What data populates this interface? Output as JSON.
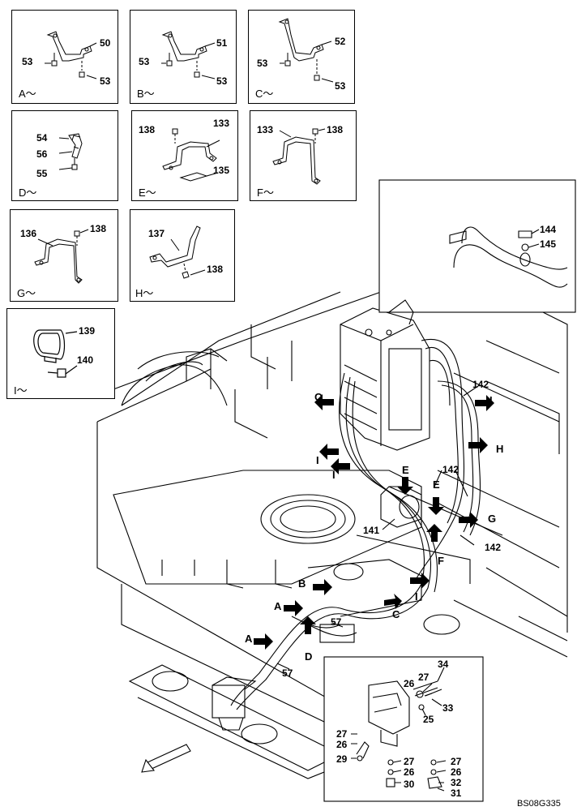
{
  "panels": {
    "A": {
      "caption": "A～",
      "labels": {
        "bracket": "50",
        "bolt_l": "53",
        "bolt_r": "53"
      }
    },
    "B": {
      "caption": "B～",
      "labels": {
        "bracket": "51",
        "bolt_l": "53",
        "bolt_r": "53"
      }
    },
    "C": {
      "caption": "C～",
      "labels": {
        "bracket": "52",
        "bolt_l": "53",
        "bolt_r": "53"
      }
    },
    "D": {
      "caption": "D～",
      "labels": {
        "clamp": "54",
        "holder": "56",
        "bolt": "55"
      }
    },
    "E": {
      "caption": "E～",
      "labels": {
        "bolt": "138",
        "bracket": "133",
        "plate": "135"
      }
    },
    "F": {
      "caption": "F～",
      "labels": {
        "bracket": "133",
        "bolt": "138"
      }
    },
    "G": {
      "caption": "G～",
      "labels": {
        "bracket": "136",
        "bolt": "138"
      }
    },
    "H": {
      "caption": "H～",
      "labels": {
        "bracket": "137",
        "bolt": "138"
      }
    },
    "I": {
      "caption": "I～",
      "labels": {
        "clamp": "139",
        "bolt": "140"
      }
    }
  },
  "detail_top": {
    "labels": {
      "cap": "144",
      "oring": "145"
    }
  },
  "detail_bottom": {
    "labels": {
      "l34": "34",
      "l27a": "27",
      "l26a": "26",
      "l33": "33",
      "l25": "25",
      "l27b": "27",
      "l26b": "26",
      "l29": "29",
      "l27c": "27",
      "l27d": "27",
      "l26c": "26",
      "l26d": "26",
      "l30": "30",
      "l32": "32",
      "l31": "31"
    }
  },
  "main": {
    "callouts": {
      "c142a": "142",
      "c142b": "142",
      "c142c": "142",
      "c141": "141",
      "c57a": "57",
      "c57b": "57"
    },
    "arrows": {
      "O": "O",
      "I1": "I",
      "I2": "I",
      "I3": "I",
      "I4": "I",
      "H": "H",
      "E1": "E",
      "E2": "E",
      "G": "G",
      "F": "F",
      "B": "B",
      "A1": "A",
      "A2": "A",
      "C": "C",
      "D": "D"
    }
  },
  "reference_code": "BS08G335"
}
